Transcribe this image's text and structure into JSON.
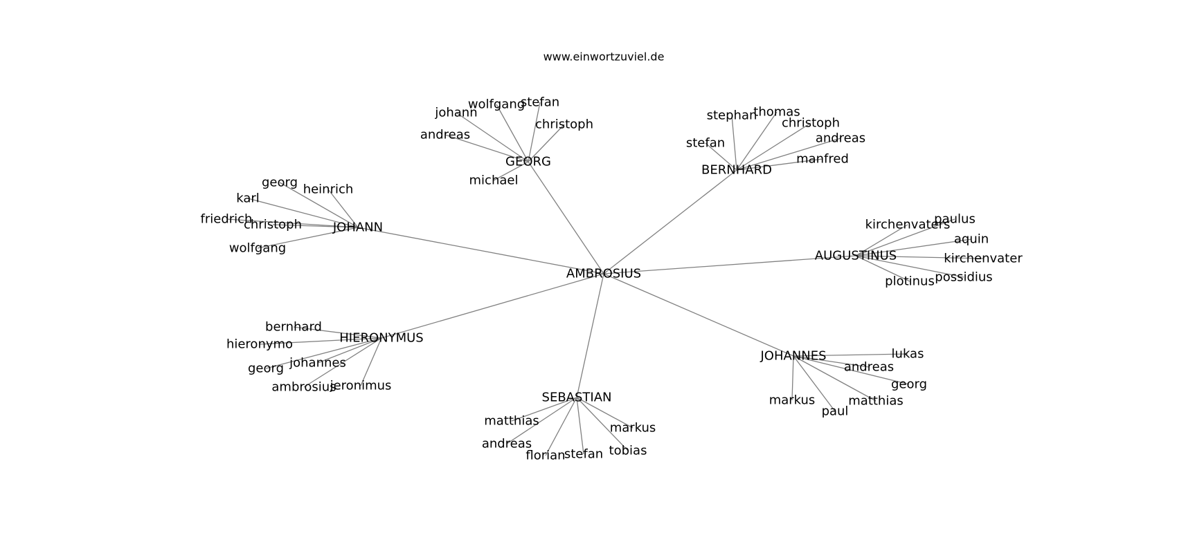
{
  "header": {
    "site": "www.einwortzuviel.de"
  },
  "graph": {
    "center": "AMBROSIUS",
    "hubs": [
      {
        "label": "GEORG",
        "children": [
          "wolfgang",
          "stefan",
          "johann",
          "christoph",
          "andreas",
          "michael"
        ]
      },
      {
        "label": "BERNHARD",
        "children": [
          "stephan",
          "thomas",
          "christoph",
          "andreas",
          "stefan",
          "manfred"
        ]
      },
      {
        "label": "JOHANN",
        "children": [
          "georg",
          "heinrich",
          "karl",
          "friedrich",
          "christoph",
          "wolfgang"
        ]
      },
      {
        "label": "AUGUSTINUS",
        "children": [
          "kirchenvaters",
          "paulus",
          "aquin",
          "kirchenvater",
          "plotinus",
          "possidius"
        ]
      },
      {
        "label": "HIERONYMUS",
        "children": [
          "bernhard",
          "hieronymo",
          "johannes",
          "georg",
          "ambrosius",
          "jeronimus"
        ]
      },
      {
        "label": "JOHANNES",
        "children": [
          "lukas",
          "andreas",
          "georg",
          "matthias",
          "markus",
          "paul"
        ]
      },
      {
        "label": "SEBASTIAN",
        "children": [
          "matthias",
          "markus",
          "andreas",
          "florian",
          "stefan",
          "tobias"
        ]
      }
    ]
  }
}
